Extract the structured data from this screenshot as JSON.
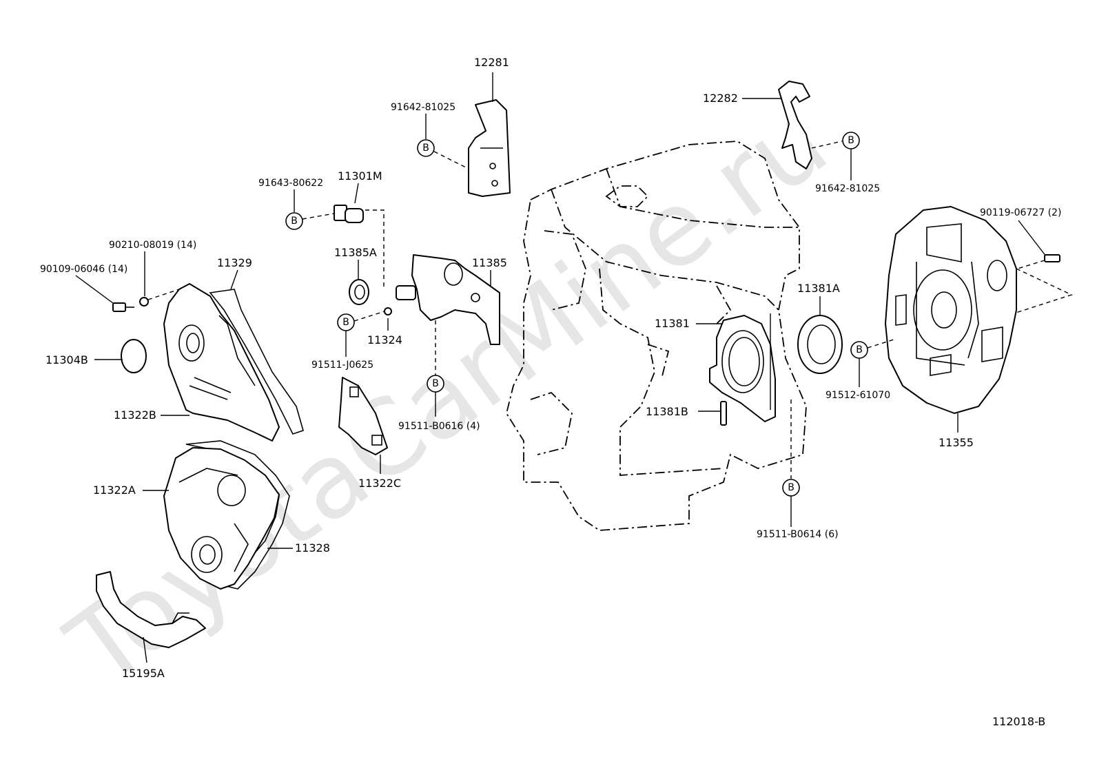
{
  "watermark": "ToyotaCarMine.ru",
  "figure_ref": "112018-B",
  "bolt_symbol": "B",
  "labels": {
    "p12281": "12281",
    "p91642_81025_top": "91642-81025",
    "p12282": "12282",
    "p91642_81025_right": "91642-81025",
    "p91643_80622": "91643-80622",
    "p11301M": "11301M",
    "p90210_08019": "90210-08019 (14)",
    "p90109_06046": "90109-06046 (14)",
    "p11329": "11329",
    "p11385A": "11385A",
    "p11385": "11385",
    "p11304B": "11304B",
    "p91511_J0625": "91511-J0625",
    "p11324": "11324",
    "p11322B": "11322B",
    "p91511_B0616": "91511-B0616 (4)",
    "p11322C": "11322C",
    "p11322A": "11322A",
    "p11328": "11328",
    "p15195A": "15195A",
    "p90119_06727": "90119-06727 (2)",
    "p11381A": "11381A",
    "p11381": "11381",
    "p11381B": "11381B",
    "p91512_61070": "91512-61070",
    "p11355": "11355",
    "p91511_B0614": "91511-B0614 (6)"
  }
}
